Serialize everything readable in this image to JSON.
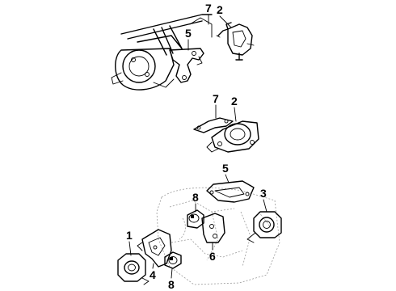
{
  "diagram": {
    "callouts": [
      {
        "id": "c7a",
        "label": "7"
      },
      {
        "id": "c2a",
        "label": "2"
      },
      {
        "id": "c5a",
        "label": "5"
      },
      {
        "id": "c7b",
        "label": "7"
      },
      {
        "id": "c2b",
        "label": "2"
      },
      {
        "id": "c5b",
        "label": "5"
      },
      {
        "id": "c3",
        "label": "3"
      },
      {
        "id": "c8a",
        "label": "8"
      },
      {
        "id": "c1",
        "label": "1"
      },
      {
        "id": "c4",
        "label": "4"
      },
      {
        "id": "c6",
        "label": "6"
      },
      {
        "id": "c8b",
        "label": "8"
      }
    ]
  }
}
